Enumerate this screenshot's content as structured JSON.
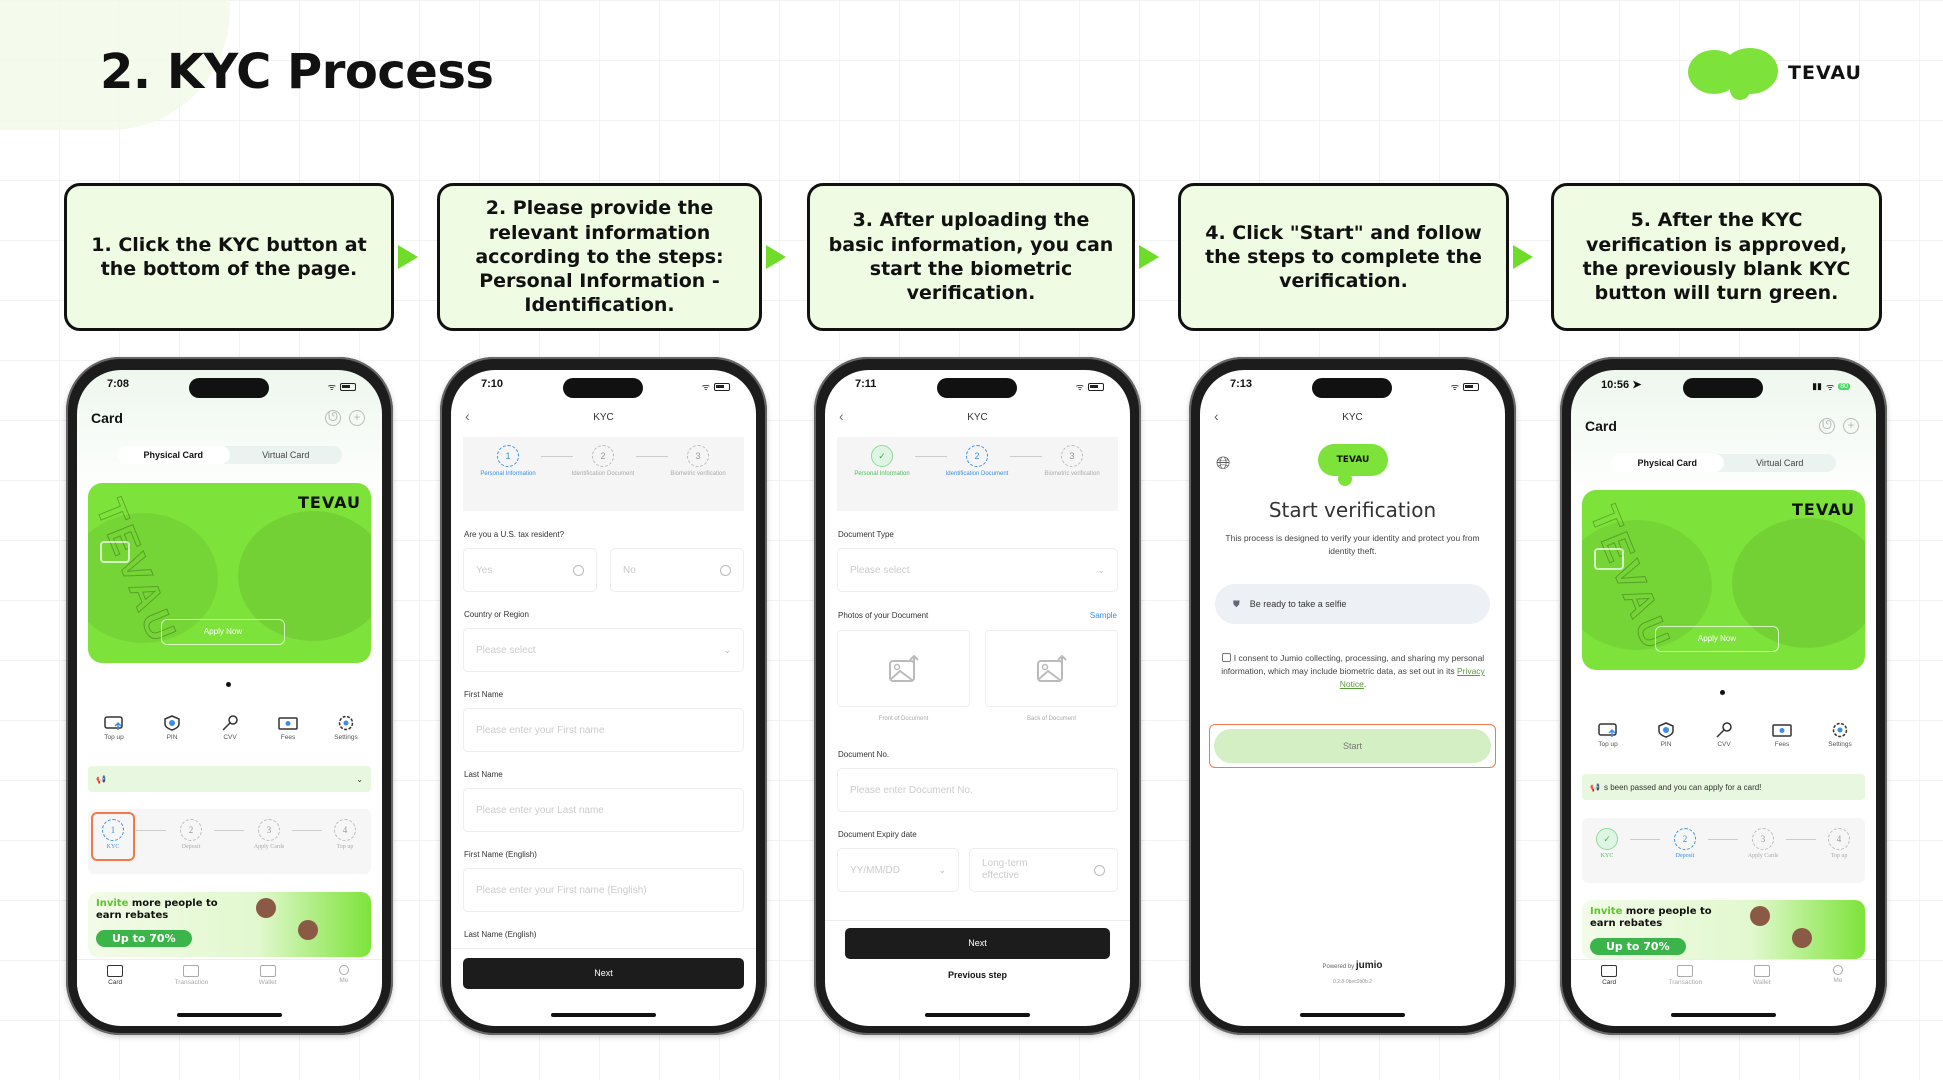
{
  "header": {
    "title": "2. KYC Process",
    "logo_text": "TEVAU"
  },
  "steps": [
    "1. Click the KYC button at the bottom of the page.",
    "2. Please provide the relevant information according to the steps: Personal Information - Identification.",
    "3. After uploading the basic information, you can start the biometric verification.",
    "4. Click \"Start\" and follow the steps to complete the verification.",
    "5. After the KYC verification is approved, the previously blank KYC button will turn green."
  ],
  "colors": {
    "accent": "#7de33a",
    "step_box": "#effbe2",
    "highlight": "#f07a4a",
    "blue": "#3a8ee6"
  },
  "home": {
    "title": "Card",
    "tabs": [
      "Physical Card",
      "Virtual Card"
    ],
    "card_brand": "TEVAU",
    "apply": "Apply Now",
    "actions": [
      "Top up",
      "PIN",
      "CVV",
      "Fees",
      "Settings"
    ],
    "progress": [
      {
        "n": "1",
        "label": "KYC"
      },
      {
        "n": "2",
        "label": "Deposit"
      },
      {
        "n": "3",
        "label": "Apply Cards"
      },
      {
        "n": "4",
        "label": "Top up"
      }
    ],
    "banner": {
      "highlight": "Invite",
      "text": " more people to earn rebates",
      "pill": "Up to 70%"
    },
    "tabbar": [
      "Card",
      "Transaction",
      "Wallet",
      "Me"
    ]
  },
  "phone1": {
    "time": "7:08",
    "notice": ""
  },
  "phone5": {
    "time": "10:56",
    "battery": "80",
    "notice": "s been passed and you can apply for a card!"
  },
  "kyc": {
    "title": "KYC",
    "stepper": [
      {
        "n": "1",
        "label": "Personal Information"
      },
      {
        "n": "2",
        "label": "Identification Document"
      },
      {
        "n": "3",
        "label": "Biometric verification"
      }
    ]
  },
  "phone2": {
    "time": "7:10",
    "q_tax": "Are you a U.S. tax resident?",
    "yes": "Yes",
    "no": "No",
    "country_label": "Country or Region",
    "country_ph": "Please select",
    "first_label": "First Name",
    "first_ph": "Please enter your First name",
    "last_label": "Last Name",
    "last_ph": "Please enter your Last name",
    "first_en_label": "First Name  (English)",
    "first_en_ph": "Please enter your First name  (English)",
    "last_en_label": "Last Name  (English)",
    "next": "Next"
  },
  "phone3": {
    "time": "7:11",
    "doc_type_label": "Document Type",
    "doc_type_ph": "Please select",
    "photos_label": "Photos of your Document",
    "sample": "Sample",
    "front": "Front of Document",
    "back": "Back of Document",
    "doc_no_label": "Document No.",
    "doc_no_ph": "Please enter Document No.",
    "expiry_label": "Document Expiry date",
    "expiry_ph": "YY/MM/DD",
    "long_term": "Long-term effective",
    "next": "Next",
    "prev": "Previous step"
  },
  "phone4": {
    "time": "7:13",
    "logo": "TEVAU",
    "heading": "Start verification",
    "desc": "This process is designed to verify your identity and protect you from identity theft.",
    "selfie": "Be ready to take a selfie",
    "consent": "I consent to Jumio collecting, processing, and sharing my personal information, which may include biometric data, as set out in its ",
    "privacy": "Privacy Notice",
    "period": ".",
    "start": "Start",
    "powered": "Powered by",
    "jumio": "jumio",
    "version": "0.2.8-0bec0b0b.2"
  }
}
